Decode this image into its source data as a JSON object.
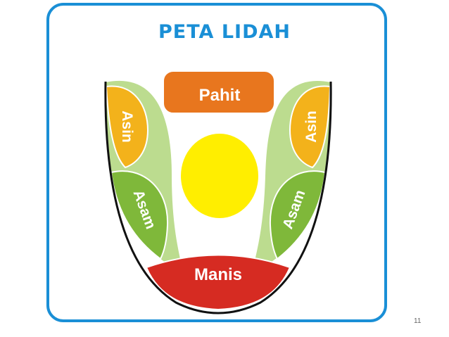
{
  "title": "PETA LIDAH",
  "regions": {
    "pahit": "Pahit",
    "asin_left": "Asin",
    "asin_right": "Asin",
    "asam_left": "Asam",
    "asam_right": "Asam",
    "manis": "Manis"
  },
  "colors": {
    "frame": "#1a8fd6",
    "pahit": "#e8761e",
    "asin": "#f3b21b",
    "asam": "#7fb83a",
    "side_light": "#bcdc8f",
    "manis": "#d62b22",
    "center": "#ffee00",
    "outline": "#111111"
  },
  "page_number": "11"
}
